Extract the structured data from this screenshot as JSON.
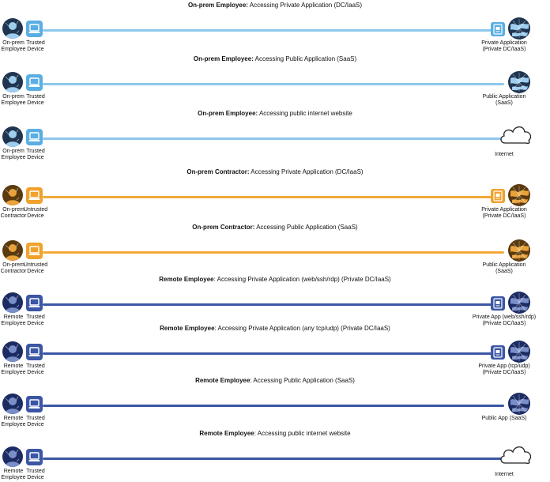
{
  "colors": {
    "employee": "#8cc7ec",
    "employee_box": "#5aaee3",
    "contractor": "#f2a939",
    "contractor_box": "#f0a22c",
    "remote": "#3b56a4",
    "remote_box": "#3b56a4"
  },
  "rows": [
    {
      "title_bold": "On-prem Employee:",
      "title_rest": " Accessing Private Application (DC/IaaS)",
      "user_label": "On-prem\nEmployee",
      "device_label": "Trusted\nDevice",
      "dest_label": "Private Application\n(Private DC/IaaS)",
      "theme": "employee",
      "dest_type": "globe",
      "gateway": true
    },
    {
      "title_bold": "On-prem Employee:",
      "title_rest": " Accessing Public Application (SaaS)",
      "user_label": "On-prem\nEmployee",
      "device_label": "Trusted\nDevice",
      "dest_label": "Public Application\n(SaaS)",
      "theme": "employee",
      "dest_type": "globe",
      "gateway": false
    },
    {
      "title_bold": "On-prem Employee:",
      "title_rest": " Accessing public internet website",
      "user_label": "On-prem\nEmployee",
      "device_label": "Trusted\nDevice",
      "dest_label": "Internet",
      "theme": "employee",
      "dest_type": "cloud",
      "gateway": false
    },
    {
      "title_bold": "On-prem Contractor:",
      "title_rest": " Accessing Private Application (DC/IaaS)",
      "user_label": "On-prem\nContractor",
      "device_label": "Untrusted\nDevice",
      "dest_label": "Private Application\n(Private DC/IaaS)",
      "theme": "contractor",
      "dest_type": "globe",
      "gateway": true
    },
    {
      "title_bold": "On-prem Contractor:",
      "title_rest": " Accessing Public Application (SaaS)",
      "user_label": "On-prem\nContractor",
      "device_label": "Untrusted\nDevice",
      "dest_label": "Public Application\n(SaaS)",
      "theme": "contractor",
      "dest_type": "globe",
      "gateway": false
    },
    {
      "title_bold": "Remote Employee",
      "title_rest": ": Accessing Private Application (web/ssh/rdp) (Private DC/IaaS)",
      "user_label": "Remote\nEmployee",
      "device_label": "Trusted\nDevice",
      "dest_label": "Private App (web/ssh/rdp)\n(Private DC/IaaS)",
      "theme": "remote",
      "dest_type": "globe",
      "gateway": true
    },
    {
      "title_bold": "Remote Employee",
      "title_rest": ": Accessing Private Application (any tcp/udp) (Private DC/IaaS)",
      "user_label": "Remote\nEmployee",
      "device_label": "Trusted\nDevice",
      "dest_label": "Private App (tcp/udp)\n(Private DC/IaaS)",
      "theme": "remote",
      "dest_type": "globe",
      "gateway": true
    },
    {
      "title_bold": "Remote Employee",
      "title_rest": ": Accessing Public Application (SaaS)",
      "user_label": "Remote\nEmployee",
      "device_label": "Trusted\nDevice",
      "dest_label": "Public App (SaaS)",
      "theme": "remote",
      "dest_type": "globe",
      "gateway": false
    },
    {
      "title_bold": "Remote Employee",
      "title_rest": ": Accessing public internet website",
      "user_label": "Remote\nEmployee",
      "device_label": "Trusted\nDevice",
      "dest_label": "Internet",
      "theme": "remote",
      "dest_type": "cloud",
      "gateway": false
    }
  ]
}
